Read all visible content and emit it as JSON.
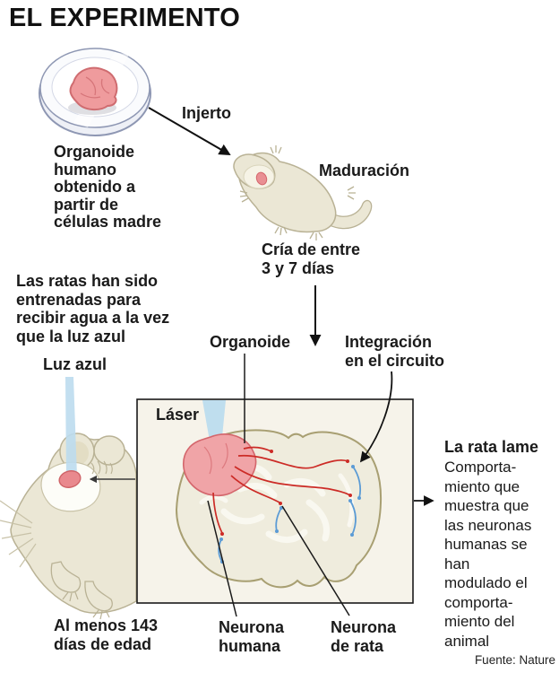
{
  "title": "EL EXPERIMENTO",
  "source": "Fuente: Nature",
  "colors": {
    "text": "#1a1a1a",
    "organoid_pink": "#ef9b9d",
    "organoid_stroke": "#cf6c70",
    "laser_blue": "#bcdcee",
    "human_neuron_red": "#cc2b26",
    "rat_neuron_blue": "#5b9bd5",
    "animal_cream": "#ebe7d5",
    "animal_outline": "#b9b295",
    "brain_fill": "#efecdd",
    "brain_outline": "#a89f72",
    "box_bg": "#f6f3ea"
  },
  "labels": {
    "dish_caption": [
      "Organoide",
      "humano",
      "obtenido a",
      "partir de",
      "células madre"
    ],
    "injerto": "Injerto",
    "maduracion": "Maduración",
    "cria": [
      "Cría de entre",
      "3 y 7 días"
    ],
    "entrenadas": [
      "Las ratas han sido",
      "entrenadas para",
      "recibir agua a la vez",
      "que la luz azul"
    ],
    "luz_azul": "Luz azul",
    "organoide": "Organoide",
    "integracion": [
      "Integración",
      "en el circuito"
    ],
    "laser": "Láser",
    "edad": [
      "Al menos 143",
      "días de edad"
    ],
    "neurona_humana": [
      "Neurona",
      "humana"
    ],
    "neurona_rata": [
      "Neurona",
      "de rata"
    ],
    "resultado_titulo": "La rata lame",
    "resultado_cuerpo": [
      "Comporta-",
      "miento que",
      "muestra que",
      "las neuronas",
      "humanas se",
      "han",
      "modulado el",
      "comporta-",
      "miento del",
      "animal"
    ]
  }
}
